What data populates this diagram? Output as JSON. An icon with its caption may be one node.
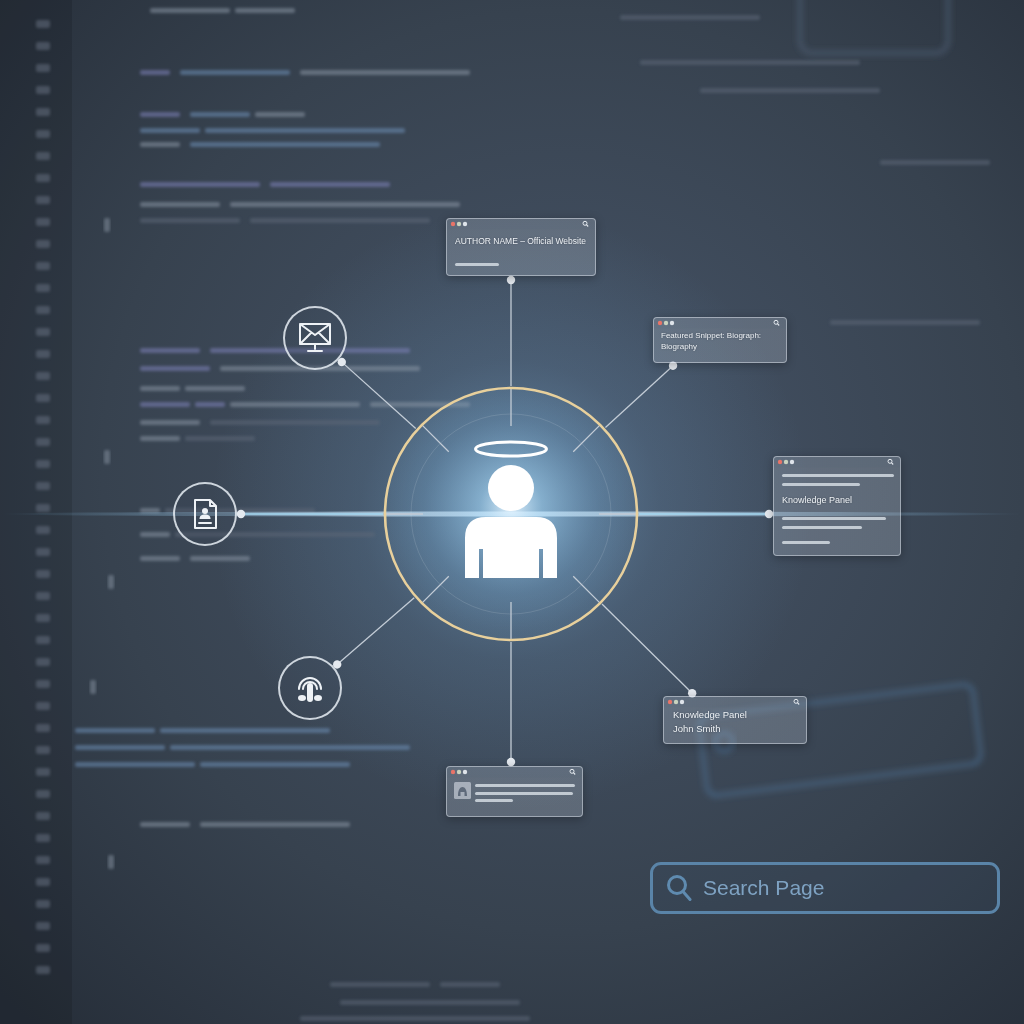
{
  "diagram": {
    "nodes": [
      {
        "text": [
          "AUTHOR NAME – Official Website"
        ]
      },
      {
        "text": [],
        "shape": "circle"
      },
      {
        "text": [
          "Featured Snippet: Biograph: Biography"
        ]
      },
      {
        "text": [],
        "shape": "circle"
      },
      {
        "text": [],
        "shape": "circle"
      },
      {
        "text": [
          "Knowledge Panel"
        ]
      },
      {
        "text": [],
        "shape": "circle"
      },
      {
        "text": [
          "Knowledge Panel",
          "John Smith"
        ]
      },
      {
        "text": [],
        "shape": "box"
      }
    ],
    "edges": [
      {
        "from": 4,
        "to": 0,
        "arrow": "other"
      },
      {
        "from": 4,
        "to": 1,
        "arrow": "other"
      },
      {
        "from": 4,
        "to": 2,
        "arrow": "other"
      },
      {
        "from": 4,
        "to": 3,
        "arrow": "other",
        "color": "#a6d8f2"
      },
      {
        "from": 4,
        "to": 5,
        "arrow": "other",
        "color": "#a6d8f2"
      },
      {
        "from": 4,
        "to": 6,
        "arrow": "other"
      },
      {
        "from": 4,
        "to": 7,
        "arrow": "other"
      },
      {
        "from": 4,
        "to": 8,
        "arrow": "other"
      }
    ],
    "labels": [
      "Search Page"
    ]
  }
}
